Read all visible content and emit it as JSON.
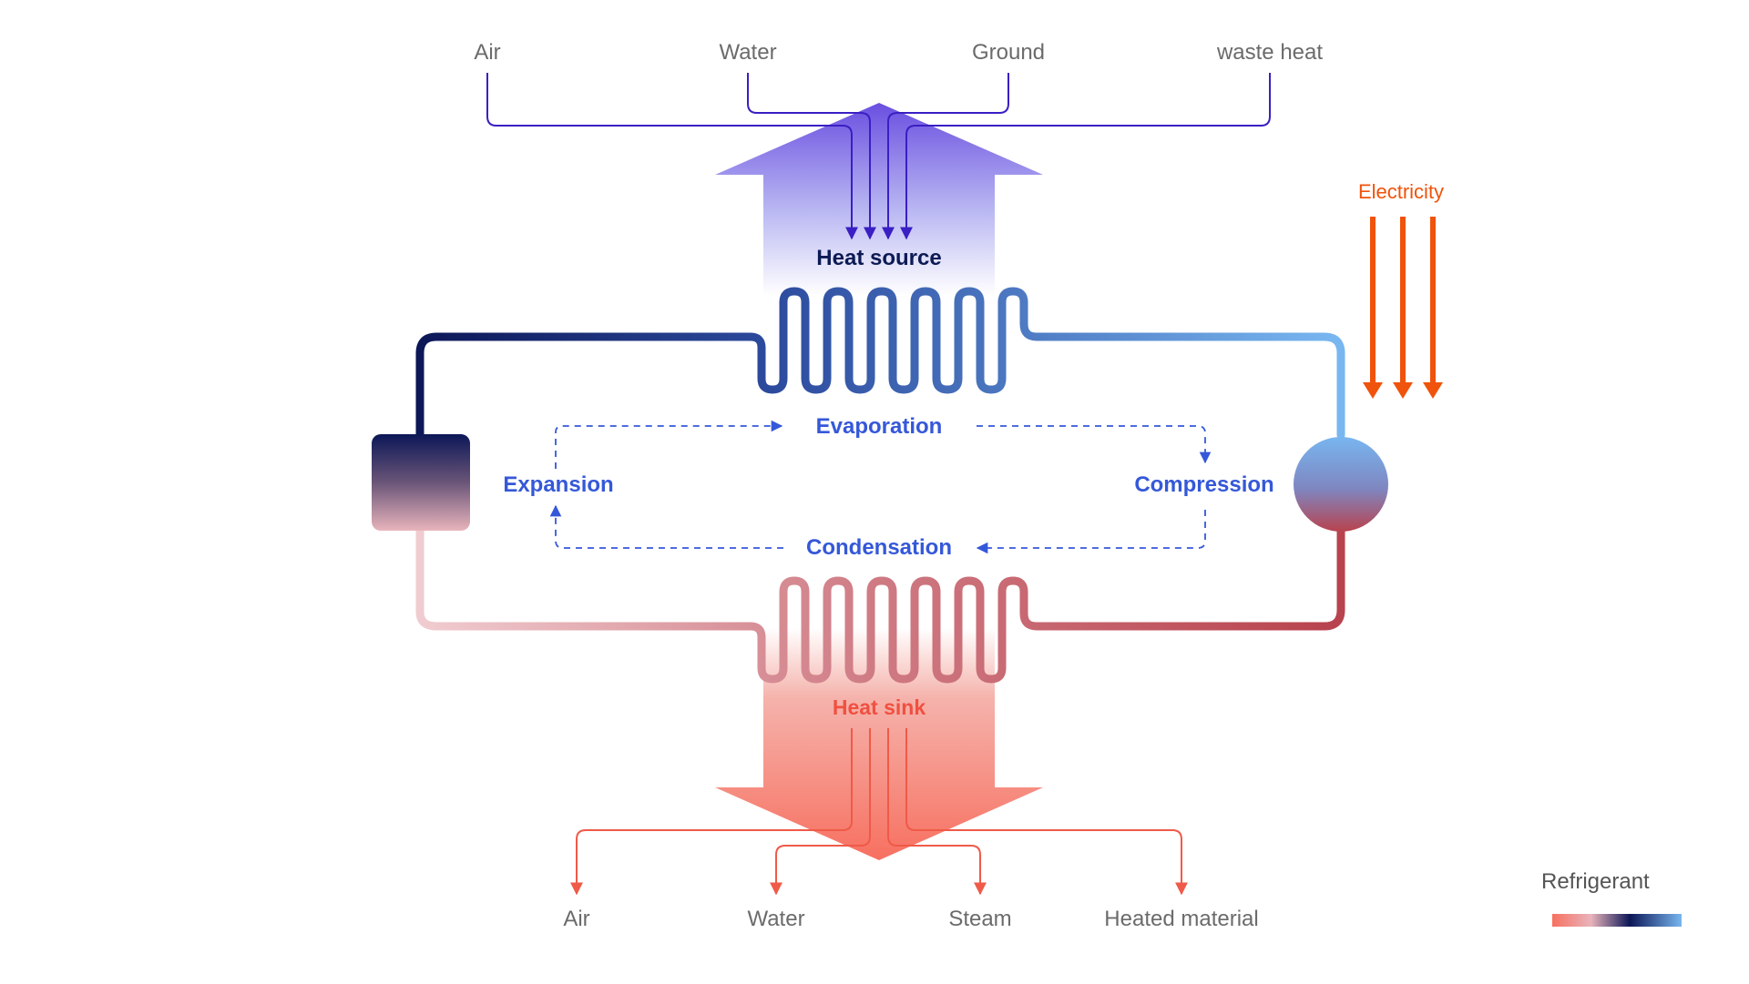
{
  "sources": {
    "air": "Air",
    "water": "Water",
    "ground": "Ground",
    "waste_heat": "waste heat"
  },
  "heat_source_label": "Heat source",
  "heat_sink_label": "Heat sink",
  "stages": {
    "evaporation": "Evaporation",
    "compression": "Compression",
    "condensation": "Condensation",
    "expansion": "Expansion"
  },
  "electricity_label": "Electricity",
  "sinks": {
    "air": "Air",
    "water": "Water",
    "steam": "Steam",
    "heated_material": "Heated material"
  },
  "legend": {
    "title": "Refrigerant"
  },
  "colors": {
    "source_line": "#3a1fc4",
    "heat_source_arrow_top": "#6a4fe0",
    "heat_sink_arrow_bottom": "#f77060",
    "sink_line": "#f05a48",
    "electricity": "#f0530b",
    "stage_text": "#3558d9",
    "heat_source_text": "#0c1a55",
    "heat_sink_text": "#f05040",
    "refrigerant_dark": "#0c1757",
    "refrigerant_light": "#78b6f0",
    "refrigerant_hot": "#b8434e",
    "refrigerant_pale": "#f0ccd0"
  }
}
